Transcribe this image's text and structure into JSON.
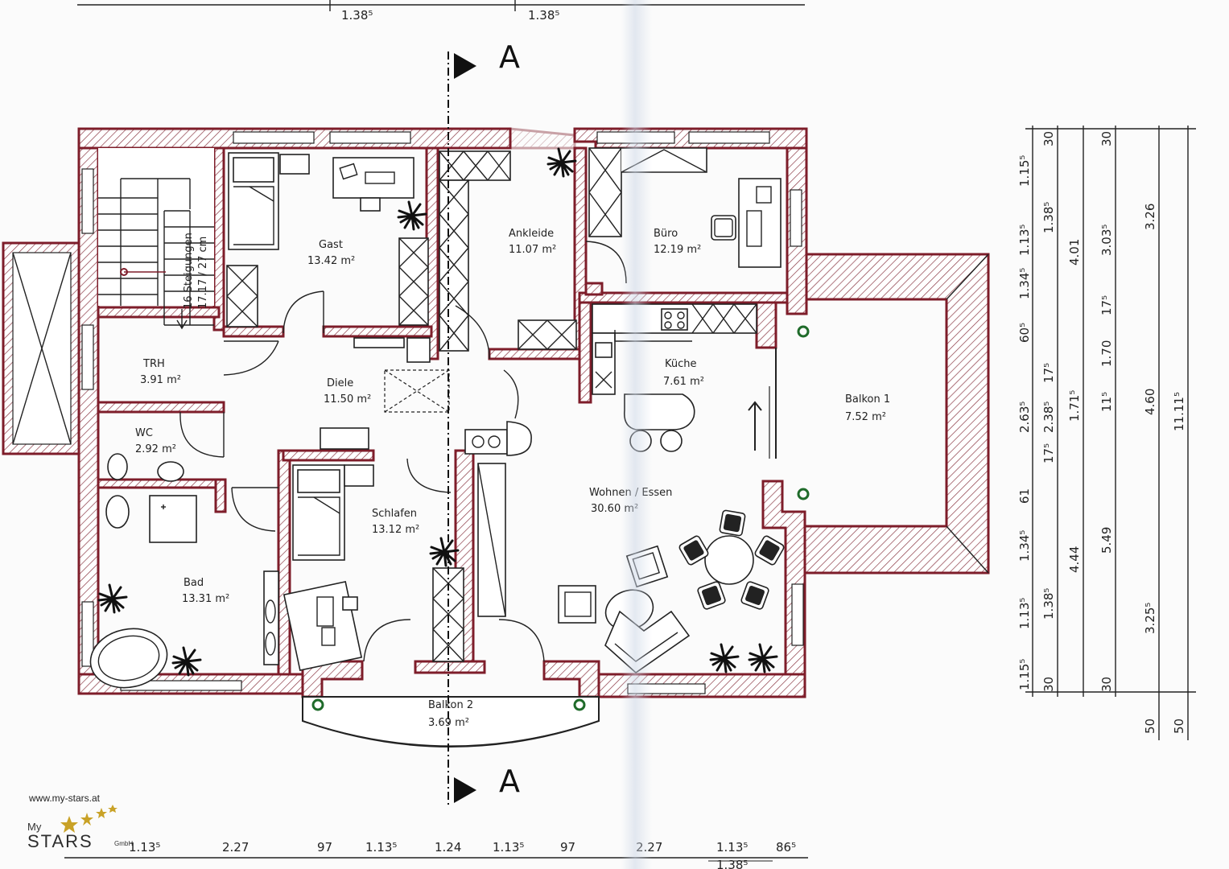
{
  "section_marker": {
    "top": "A",
    "bottom": "A"
  },
  "rooms": [
    {
      "name": "Gast",
      "area": "13.42 m²"
    },
    {
      "name": "Ankleide",
      "area": "11.07 m²"
    },
    {
      "name": "Büro",
      "area": "12.19 m²"
    },
    {
      "name": "TRH",
      "area": "3.91 m²"
    },
    {
      "name": "Diele",
      "area": "11.50 m²"
    },
    {
      "name": "Küche",
      "area": "7.61 m²"
    },
    {
      "name": "Balkon 1",
      "area": "7.52 m²"
    },
    {
      "name": "WC",
      "area": "2.92 m²"
    },
    {
      "name": "Schlafen",
      "area": "13.12 m²"
    },
    {
      "name": "Wohnen / Essen",
      "area": "30.60 m²"
    },
    {
      "name": "Bad",
      "area": "13.31 m²"
    },
    {
      "name": "Balkon 2",
      "area": "3.69 m²"
    }
  ],
  "stairs": {
    "label": "16 Steigungen",
    "spec": "17.17 / 27 cm"
  },
  "dimensions": {
    "top": [
      "1.38⁵",
      "1.38⁵"
    ],
    "bottom_row1": [
      "1.13⁵",
      "2.27",
      "97",
      "1.13⁵",
      "1.24",
      "1.13⁵",
      "97",
      "2.27",
      "1.13⁵",
      "86⁵"
    ],
    "bottom_row2": [
      "1.38⁵"
    ],
    "right_col1": [
      "1.15⁵",
      "1.13⁵",
      "1.34⁵",
      "60⁵",
      "2.63⁵",
      "61",
      "1.34⁵",
      "1.13⁵",
      "1.15⁵"
    ],
    "right_col2": [
      "30",
      "1.38⁵",
      "17⁵",
      "2.38⁵",
      "17⁵",
      "1.38⁵",
      "30"
    ],
    "right_col3": [
      "4.01",
      "1.71⁵",
      "4.44"
    ],
    "right_col4": [
      "30",
      "3.03⁵",
      "17⁵",
      "1.70",
      "11⁵",
      "5.49",
      "30"
    ],
    "right_col5": [
      "3.26",
      "4.60",
      "3.25⁵",
      "50"
    ],
    "right_col6": [
      "11.11⁵",
      "50"
    ]
  },
  "logo": {
    "url": "www.my-stars.at",
    "prefix": "My",
    "name": "STARS",
    "suffix": "GmbH"
  },
  "colors": {
    "wall": "#7e1d2a",
    "ink": "#222222",
    "plant": "#1a1a1a",
    "post": "#1f6b2a"
  }
}
